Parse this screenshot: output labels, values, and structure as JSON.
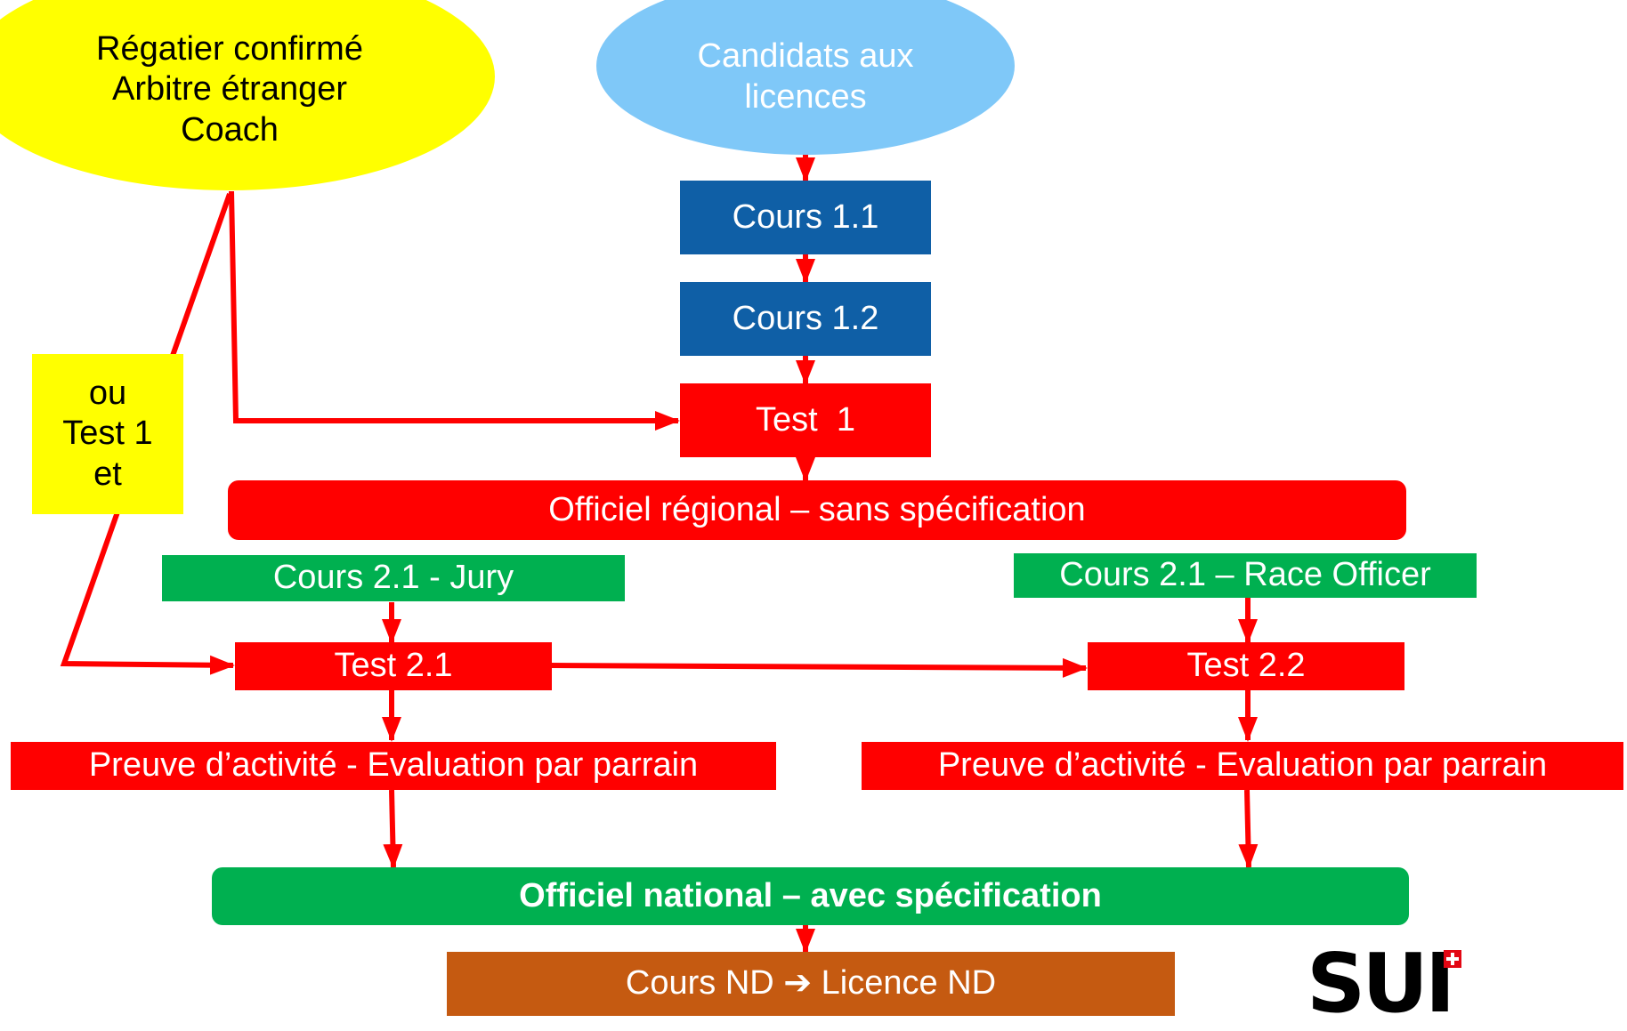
{
  "colors": {
    "arrow": "#ff0000",
    "red_box": "#ff0000",
    "blue_box": "#0f5fa6",
    "green_box": "#00b050",
    "orange_box": "#c55a11",
    "yellow": "#ffff00",
    "light_blue": "#7fc8f8"
  },
  "nodes": {
    "regatier": {
      "line1": "Régatier confirmé",
      "line2": "Arbitre étranger",
      "line3": "Coach"
    },
    "candidats": {
      "line1": "Candidats aux",
      "line2": "licences"
    },
    "cours_1_1": "Cours 1.1",
    "cours_1_2": "Cours 1.2",
    "test_1": "Test  1",
    "officiel_regional": "Officiel régional – sans spécification",
    "ou_test1_et": {
      "line1": "ou",
      "line2": "Test 1",
      "line3": "et"
    },
    "cours_2_1_jury": "Cours 2.1 - Jury",
    "cours_2_1_race": "Cours 2.1 – Race Officer",
    "test_2_1": "Test 2.1",
    "test_2_2": "Test 2.2",
    "preuve_left": "Preuve d’activité - Evaluation par parrain",
    "preuve_right": "Preuve d’activité - Evaluation par parrain",
    "officiel_national": "Officiel national – avec spécification",
    "cours_nd": "Cours ND ➔ Licence ND"
  },
  "logo": {
    "text": "SUI"
  }
}
